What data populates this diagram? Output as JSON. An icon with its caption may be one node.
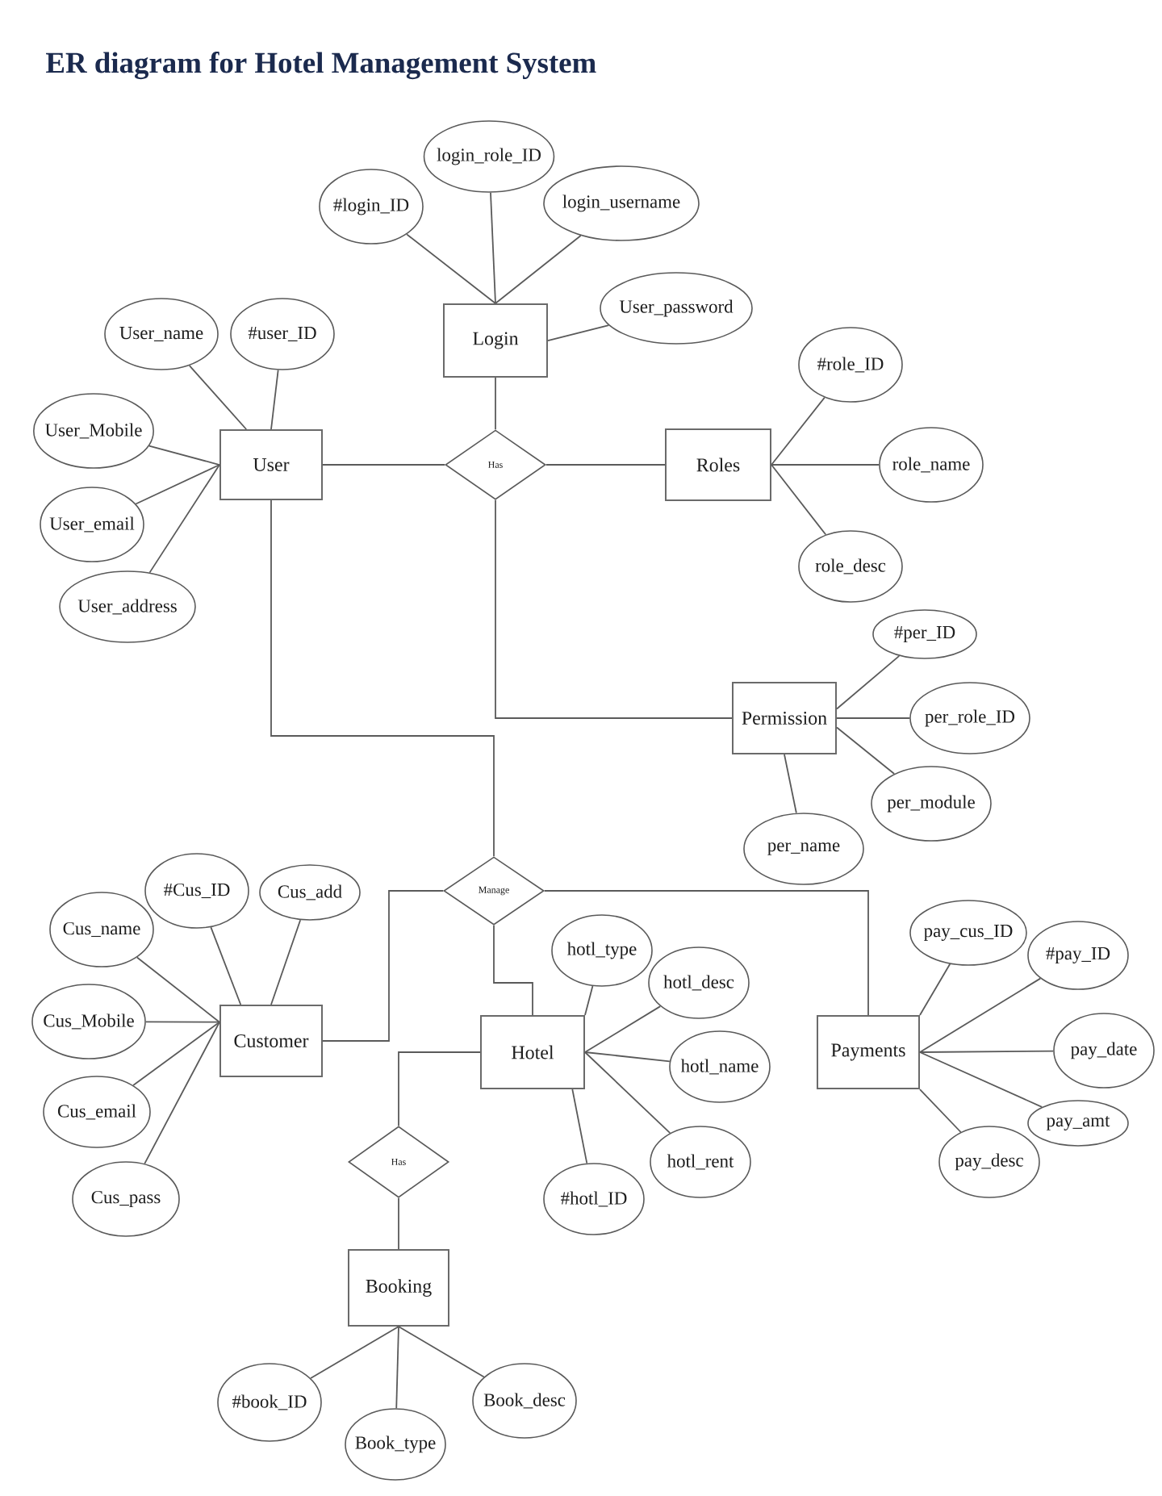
{
  "diagram": {
    "title": "ER diagram for Hotel Management System",
    "nodes": [
      {
        "text": [
          "Login"
        ]
      },
      {
        "text": [
          "#login_ID"
        ]
      },
      {
        "text": [
          "login_role_ID"
        ]
      },
      {
        "text": [
          "login_username"
        ]
      },
      {
        "text": [
          "User_password"
        ]
      },
      {
        "text": [
          "User"
        ]
      },
      {
        "text": [
          "User_name"
        ]
      },
      {
        "text": [
          "#user_ID"
        ]
      },
      {
        "text": [
          "User_Mobile"
        ]
      },
      {
        "text": [
          "User_email"
        ]
      },
      {
        "text": [
          "User_address"
        ]
      },
      {
        "text": [
          "Has"
        ]
      },
      {
        "text": [
          "Roles"
        ]
      },
      {
        "text": [
          "#role_ID"
        ]
      },
      {
        "text": [
          "role_name"
        ]
      },
      {
        "text": [
          "role_desc"
        ]
      },
      {
        "text": [
          "Permission"
        ]
      },
      {
        "text": [
          "#per_ID"
        ]
      },
      {
        "text": [
          "per_role_ID"
        ]
      },
      {
        "text": [
          "per_module"
        ]
      },
      {
        "text": [
          "per_name"
        ]
      },
      {
        "text": [
          "Manage"
        ]
      },
      {
        "text": [
          "Customer"
        ]
      },
      {
        "text": [
          "#Cus_ID"
        ]
      },
      {
        "text": [
          "Cus_add"
        ]
      },
      {
        "text": [
          "Cus_name"
        ]
      },
      {
        "text": [
          "Cus_Mobile"
        ]
      },
      {
        "text": [
          "Cus_email"
        ]
      },
      {
        "text": [
          "Cus_pass"
        ]
      },
      {
        "text": [
          "Hotel"
        ]
      },
      {
        "text": [
          "hotl_type"
        ]
      },
      {
        "text": [
          "hotl_desc"
        ]
      },
      {
        "text": [
          "hotl_name"
        ]
      },
      {
        "text": [
          "hotl_rent"
        ]
      },
      {
        "text": [
          "#hotl_ID"
        ]
      },
      {
        "text": [
          "Payments"
        ]
      },
      {
        "text": [
          "pay_cus_ID"
        ]
      },
      {
        "text": [
          "#pay_ID"
        ]
      },
      {
        "text": [
          "pay_date"
        ]
      },
      {
        "text": [
          "pay_amt"
        ]
      },
      {
        "text": [
          "pay_desc"
        ]
      },
      {
        "text": [
          "Has"
        ]
      },
      {
        "text": [
          "Booking"
        ]
      },
      {
        "text": [
          "#book_ID"
        ]
      },
      {
        "text": [
          "Book_type"
        ]
      },
      {
        "text": [
          "Book_desc"
        ]
      }
    ],
    "edges": [
      {
        "from": 0,
        "to": 1,
        "arrow": "none"
      },
      {
        "from": 0,
        "to": 2,
        "arrow": "none"
      },
      {
        "from": 0,
        "to": 3,
        "arrow": "none"
      },
      {
        "from": 0,
        "to": 4,
        "arrow": "none"
      },
      {
        "from": 0,
        "to": 11,
        "arrow": "none"
      },
      {
        "from": 5,
        "to": 6,
        "arrow": "none"
      },
      {
        "from": 5,
        "to": 7,
        "arrow": "none"
      },
      {
        "from": 5,
        "to": 8,
        "arrow": "none"
      },
      {
        "from": 5,
        "to": 9,
        "arrow": "none"
      },
      {
        "from": 5,
        "to": 10,
        "arrow": "none"
      },
      {
        "from": 5,
        "to": 11,
        "arrow": "none"
      },
      {
        "from": 11,
        "to": 12,
        "arrow": "none"
      },
      {
        "from": 12,
        "to": 13,
        "arrow": "none"
      },
      {
        "from": 12,
        "to": 14,
        "arrow": "none"
      },
      {
        "from": 12,
        "to": 15,
        "arrow": "none"
      },
      {
        "from": 11,
        "to": 16,
        "arrow": "none"
      },
      {
        "from": 16,
        "to": 17,
        "arrow": "none"
      },
      {
        "from": 16,
        "to": 18,
        "arrow": "none"
      },
      {
        "from": 16,
        "to": 19,
        "arrow": "none"
      },
      {
        "from": 16,
        "to": 20,
        "arrow": "none"
      },
      {
        "from": 5,
        "to": 21,
        "arrow": "none"
      },
      {
        "from": 21,
        "to": 22,
        "arrow": "none"
      },
      {
        "from": 21,
        "to": 29,
        "arrow": "none"
      },
      {
        "from": 21,
        "to": 35,
        "arrow": "none"
      },
      {
        "from": 22,
        "to": 23,
        "arrow": "none"
      },
      {
        "from": 22,
        "to": 24,
        "arrow": "none"
      },
      {
        "from": 22,
        "to": 25,
        "arrow": "none"
      },
      {
        "from": 22,
        "to": 26,
        "arrow": "none"
      },
      {
        "from": 22,
        "to": 27,
        "arrow": "none"
      },
      {
        "from": 22,
        "to": 28,
        "arrow": "none"
      },
      {
        "from": 29,
        "to": 30,
        "arrow": "none"
      },
      {
        "from": 29,
        "to": 31,
        "arrow": "none"
      },
      {
        "from": 29,
        "to": 32,
        "arrow": "none"
      },
      {
        "from": 29,
        "to": 33,
        "arrow": "none"
      },
      {
        "from": 29,
        "to": 34,
        "arrow": "none"
      },
      {
        "from": 29,
        "to": 41,
        "arrow": "none"
      },
      {
        "from": 41,
        "to": 42,
        "arrow": "none"
      },
      {
        "from": 35,
        "to": 36,
        "arrow": "none"
      },
      {
        "from": 35,
        "to": 37,
        "arrow": "none"
      },
      {
        "from": 35,
        "to": 38,
        "arrow": "none"
      },
      {
        "from": 35,
        "to": 39,
        "arrow": "none"
      },
      {
        "from": 35,
        "to": 40,
        "arrow": "none"
      },
      {
        "from": 42,
        "to": 43,
        "arrow": "none"
      },
      {
        "from": 42,
        "to": 44,
        "arrow": "none"
      },
      {
        "from": 42,
        "to": 45,
        "arrow": "none"
      }
    ]
  }
}
